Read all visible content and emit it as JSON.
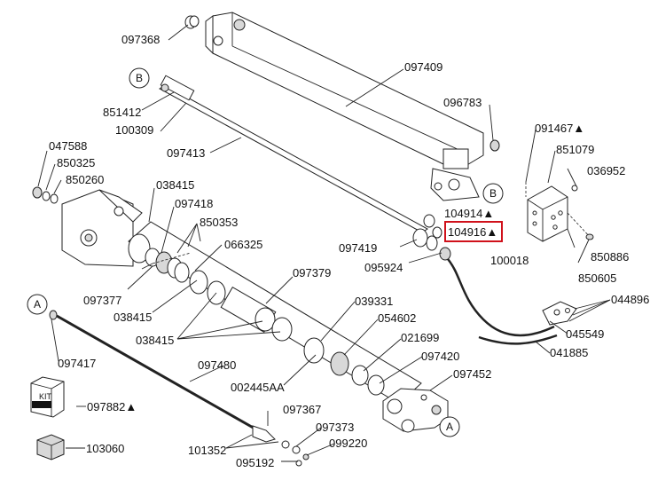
{
  "labels": {
    "p097368": "097368",
    "p097409": "097409",
    "p096783": "096783",
    "p851412": "851412",
    "p100309": "100309",
    "p097413": "097413",
    "p091467": "091467▲",
    "p851079": "851079",
    "p036952": "036952",
    "p047588": "047588",
    "p850325": "850325",
    "p850260": "850260",
    "p038415a": "038415",
    "p097418": "097418",
    "p850353": "850353",
    "p104914": "104914▲",
    "p104916": "104916▲",
    "p066325": "066325",
    "p097419": "097419",
    "p095924": "095924",
    "p100018": "100018",
    "p850886": "850886",
    "p850605": "850605",
    "p097377": "097377",
    "p097379": "097379",
    "p038415b": "038415",
    "p038415c": "038415",
    "p039331": "039331",
    "p044896": "044896▲",
    "p054602": "054602",
    "p045549": "045549",
    "p021699": "021699",
    "p041885": "041885",
    "p097417": "097417",
    "p097480": "097480",
    "p097420": "097420",
    "p002445AA": "002445AA",
    "p097452": "097452",
    "p097882": "097882▲",
    "p097367": "097367",
    "p097373": "097373",
    "p099220": "099220",
    "p101352": "101352",
    "p095192": "095192",
    "p103060": "103060"
  },
  "callouts": {
    "b_top": "B",
    "b_right": "B",
    "a_left": "A",
    "a_right": "A"
  },
  "kit_text": "KIT",
  "highlight_color": "#d0111b"
}
